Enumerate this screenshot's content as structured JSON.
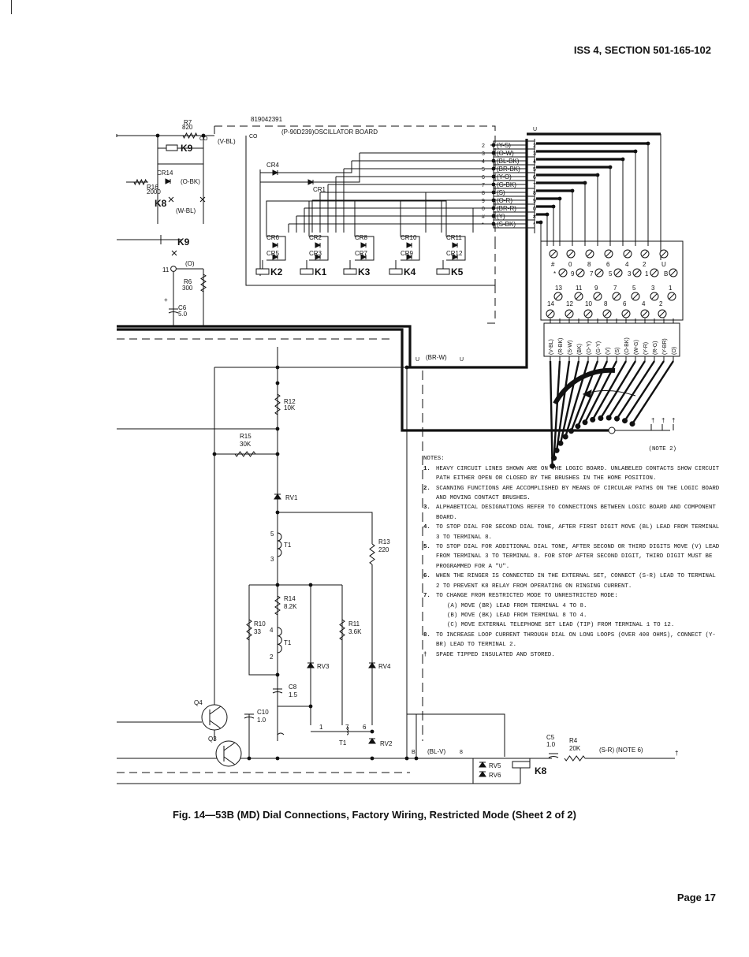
{
  "header": "ISS 4, SECTION 501-165-102",
  "caption": "Fig. 14—53B (MD) Dial Connections, Factory Wiring, Restricted Mode (Sheet 2 of 2)",
  "page": "Page 17",
  "board": {
    "part_number": "819042391",
    "name": "(P-90D239)OSCILLATOR BOARD",
    "co_label": "CO",
    "v_bl": "(V-BL)"
  },
  "components": {
    "R7": "R7",
    "R7v": "820",
    "R16": "R16",
    "R16v": "2000",
    "K9": "K9",
    "K8": "K8",
    "CR14": "CR14",
    "o_bk": "(O-BK)",
    "w_bl": "(W-BL)",
    "o_paren": "(O)",
    "R6": "R6",
    "R6v": "300",
    "C6": "C6",
    "C6v": "5.0",
    "R12": "R12",
    "R12v": "10K",
    "R15": "R15",
    "R15v": "30K",
    "RV1": "RV1",
    "T1": "T1",
    "R13": "R13",
    "R13v": "220",
    "R14": "R14",
    "R14v": "8.2K",
    "R10": "R10",
    "R10v": "33",
    "R11": "R11",
    "R11v": "3.6K",
    "RV3": "RV3",
    "RV4": "RV4",
    "C8": "C8",
    "C8v": "1.5",
    "C10": "C10",
    "C10v": "1.0",
    "Q4": "Q4",
    "Q3": "Q3",
    "RV2": "RV2",
    "RV5": "RV5",
    "RV6": "RV6",
    "C5": "C5",
    "C5v": "1.0",
    "R4": "R4",
    "R4v": "20K",
    "s_r_note": "(S-R)  (NOTE 6)",
    "bl_v": "(BL-V)",
    "br_w": "(BR-W)",
    "dagger": "†",
    "U": "U",
    "B": "B"
  },
  "diodes": [
    "CR4",
    "CR1",
    "CR6",
    "CR5",
    "CR2",
    "CR3",
    "CR8",
    "CR7",
    "CR10",
    "CR9",
    "CR11",
    "CR12"
  ],
  "relays": [
    "K2",
    "K1",
    "K3",
    "K4",
    "K5"
  ],
  "lead_numbers": [
    "2",
    "3",
    "4",
    "5",
    "6",
    "7",
    "8",
    "9",
    "0",
    "#",
    "*"
  ],
  "leads": [
    "(Y-S)",
    "(O-W)",
    "(BL-BK)",
    "(BR-BK)",
    "(Y-O)",
    "(G-BK)",
    "(S)",
    "(O-R)",
    "(BR-R)",
    "(Y)",
    "(S-BK)"
  ],
  "dial_top": [
    "#",
    "0",
    "8",
    "6",
    "4",
    "2",
    "U"
  ],
  "dial_second": [
    "*",
    "9",
    "7",
    "5",
    "3",
    "1",
    "B"
  ],
  "dial_third": [
    "13",
    "11",
    "9",
    "7",
    "5",
    "3",
    "1"
  ],
  "dial_fourth": [
    "14",
    "12",
    "10",
    "8",
    "6",
    "4",
    "2"
  ],
  "wire_colors": [
    "(V-BL)",
    "(R-BK)",
    "(S-W)",
    "(BK)",
    "(O-Y)",
    "(G-Y)",
    "(V)",
    "(S)",
    "(O-BK)",
    "(W-G)",
    "(Y-R)",
    "(R-G)",
    "(Y-BR)",
    "(O)"
  ],
  "note2_ref": "(NOTE 2)",
  "notes_title": "NOTES:",
  "notes": [
    {
      "num": "1.",
      "text": "HEAVY CIRCUIT LINES SHOWN ARE ON THE LOGIC BOARD. UNLABELED CONTACTS SHOW CIRCUIT PATH EITHER OPEN OR CLOSED BY THE BRUSHES IN THE HOME POSITION."
    },
    {
      "num": "2.",
      "text": "SCANNING FUNCTIONS ARE ACCOMPLISHED BY MEANS OF CIRCULAR PATHS ON THE LOGIC BOARD AND MOVING CONTACT BRUSHES."
    },
    {
      "num": "3.",
      "text": "ALPHABETICAL DESIGNATIONS REFER TO CONNECTIONS BETWEEN LOGIC BOARD AND COMPONENT BOARD."
    },
    {
      "num": "4.",
      "text": "TO STOP DIAL FOR SECOND DIAL TONE, AFTER FIRST DIGIT MOVE (BL) LEAD FROM TERMINAL 3 TO TERMINAL 8."
    },
    {
      "num": "5.",
      "text": "TO STOP DIAL FOR ADDITIONAL DIAL TONE, AFTER SECOND OR THIRD DIGITS MOVE (V) LEAD FROM TERMINAL 3 TO TERMINAL 8. FOR STOP AFTER SECOND DIGIT, THIRD DIGIT MUST BE PROGRAMMED FOR A \"U\"."
    },
    {
      "num": "6.",
      "text": "WHEN THE RINGER IS CONNECTED IN THE EXTERNAL SET, CONNECT (S-R) LEAD TO TERMINAL 2 TO PREVENT K8 RELAY FROM OPERATING ON RINGING CURRENT."
    },
    {
      "num": "7.",
      "text": "TO CHANGE FROM RESTRICTED MODE TO UNRESTRICTED MODE:",
      "subs": [
        "(A) MOVE (BR) LEAD FROM TERMINAL 4 TO 8.",
        "(B) MOVE (BK) LEAD FROM TERMINAL 8 TO 4.",
        "(C) MOVE EXTERNAL TELEPHONE SET LEAD (TIP) FROM TERMINAL 1 TO 12."
      ]
    },
    {
      "num": "8.",
      "text": "TO INCREASE LOOP CURRENT THROUGH DIAL ON LONG LOOPS (OVER 400 OHMS), CONNECT (Y-BR) LEAD TO TERMINAL 2."
    },
    {
      "num": "†",
      "text": "SPADE TIPPED INSULATED AND STORED."
    }
  ]
}
